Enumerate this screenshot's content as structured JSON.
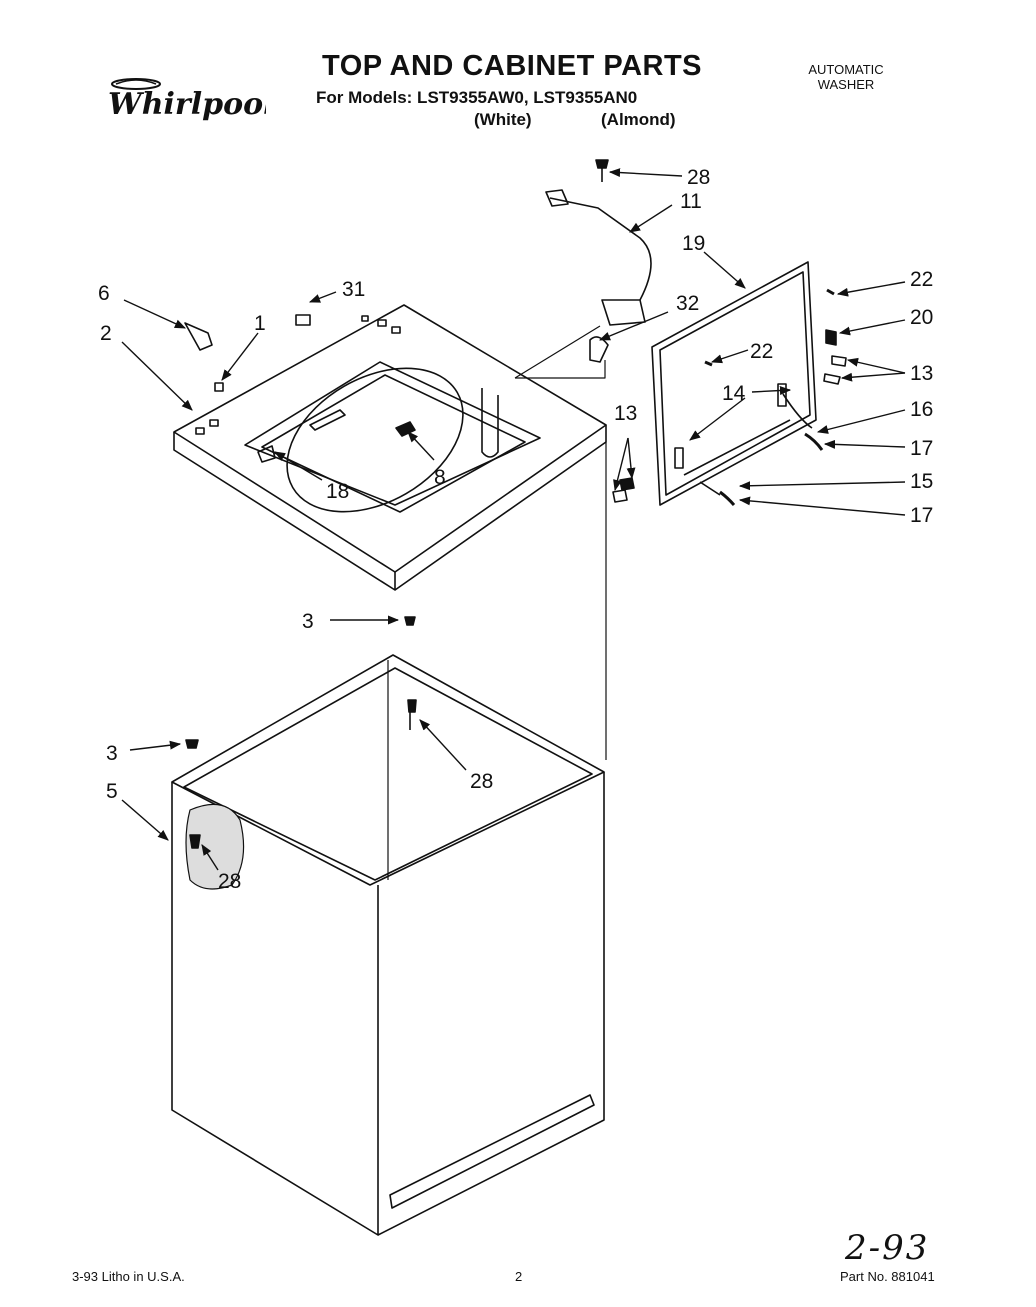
{
  "header": {
    "brand": "Whirlpool",
    "title": "TOP AND CABINET PARTS",
    "models": "For Models: LST9355AW0, LST9355AN0",
    "color_white": "(White)",
    "color_almond": "(Almond)",
    "product_line1": "AUTOMATIC",
    "product_line2": "WASHER"
  },
  "callouts": {
    "c1": "1",
    "c2": "2",
    "c3a": "3",
    "c3b": "3",
    "c5": "5",
    "c6": "6",
    "c8": "8",
    "c11": "11",
    "c13a": "13",
    "c13b": "13",
    "c14": "14",
    "c15": "15",
    "c16": "16",
    "c17a": "17",
    "c17b": "17",
    "c18": "18",
    "c19": "19",
    "c20": "20",
    "c22a": "22",
    "c22b": "22",
    "c28a": "28",
    "c28b": "28",
    "c28c": "28",
    "c31": "31",
    "c32": "32"
  },
  "footer": {
    "litho": "3-93 Litho in U.S.A.",
    "page": "2",
    "part_no": "Part No. 881041",
    "handwritten_date": "2-93"
  }
}
